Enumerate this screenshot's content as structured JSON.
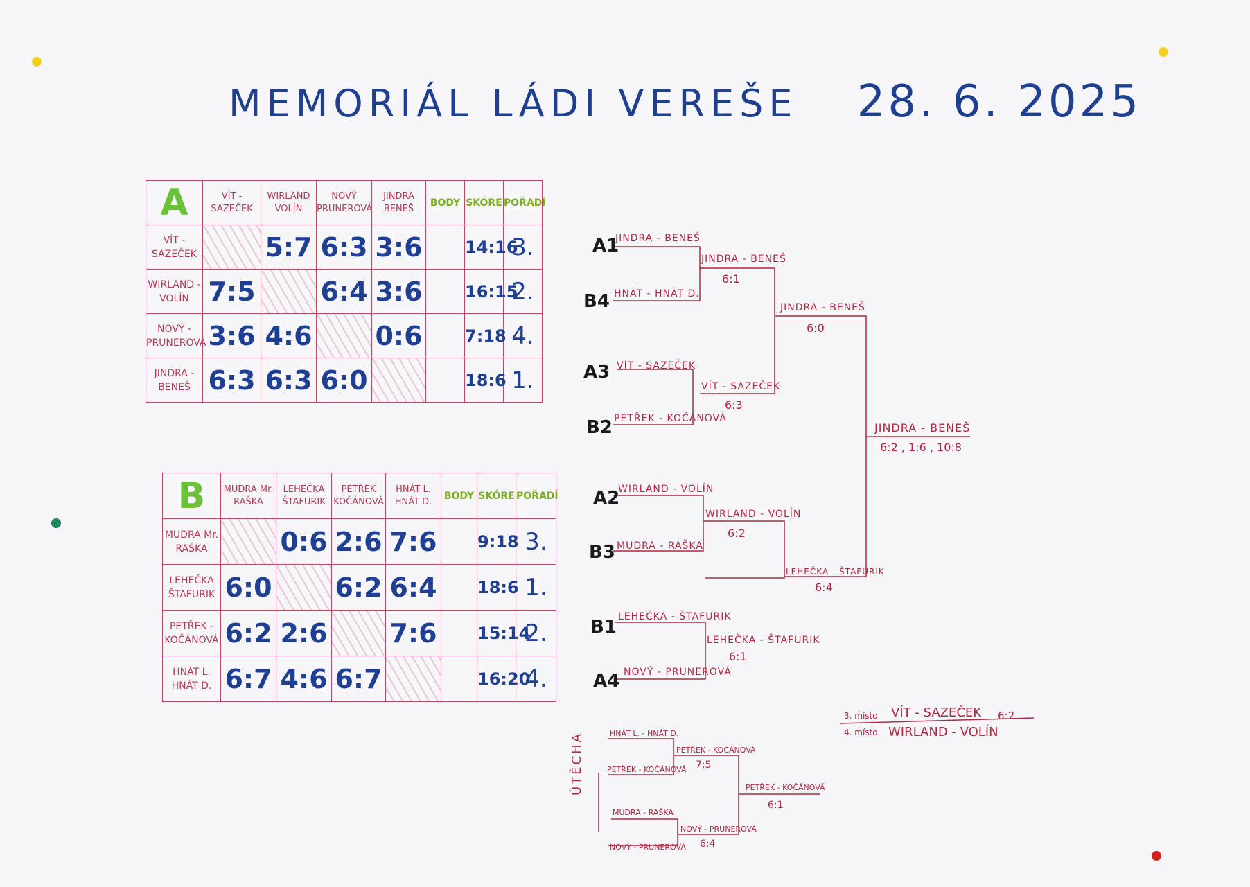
{
  "title": {
    "event": "MEMORIÁL LÁDI VEREŠE",
    "date": "28. 6. 2025"
  },
  "group_a": {
    "letter": "A",
    "col_headers": [
      "VÍT - SAZEČEK",
      "WIRLAND VOLÍN",
      "NOVÝ PRUNEROVÁ",
      "JINDRA BENEŠ"
    ],
    "extra_headers": [
      "BODY",
      "SKÓRE",
      "POŘADÍ"
    ],
    "rows": [
      {
        "team": "VÍT - SAZEČEK",
        "scores": [
          "",
          "5:7",
          "6:3",
          "3:6"
        ],
        "points": "",
        "score": "14:16",
        "rank": "3."
      },
      {
        "team": "WIRLAND - VOLÍN",
        "scores": [
          "7:5",
          "",
          "6:4",
          "3:6"
        ],
        "points": "",
        "score": "16:15",
        "rank": "2."
      },
      {
        "team": "NOVÝ - PRUNEROVÁ",
        "scores": [
          "3:6",
          "4:6",
          "",
          "0:6"
        ],
        "points": "",
        "score": "7:18",
        "rank": "4."
      },
      {
        "team": "JINDRA - BENEŠ",
        "scores": [
          "6:3",
          "6:3",
          "6:0",
          ""
        ],
        "points": "",
        "score": "18:6",
        "rank": "1."
      }
    ]
  },
  "group_b": {
    "letter": "B",
    "col_headers": [
      "MUDRA Mr. RAŠKA",
      "LEHEČKA ŠTAFURIK",
      "PETŘEK KOČÁNOVÁ",
      "HNÁT L. HNÁT D."
    ],
    "extra_headers": [
      "BODY",
      "SKÓRE",
      "POŘADÍ"
    ],
    "rows": [
      {
        "team": "MUDRA Mr. RAŠKA",
        "scores": [
          "",
          "0:6",
          "2:6",
          "7:6"
        ],
        "points": "",
        "score": "9:18",
        "rank": "3."
      },
      {
        "team": "LEHEČKA ŠTAFURIK",
        "scores": [
          "6:0",
          "",
          "6:2",
          "6:4"
        ],
        "points": "",
        "score": "18:6",
        "rank": "1."
      },
      {
        "team": "PETŘEK - KOČÁNOVÁ",
        "scores": [
          "6:2",
          "2:6",
          "",
          "7:6"
        ],
        "points": "",
        "score": "15:14",
        "rank": "2."
      },
      {
        "team": "HNÁT L. HNÁT D.",
        "scores": [
          "6:7",
          "4:6",
          "6:7",
          ""
        ],
        "points": "",
        "score": "16:20",
        "rank": "4."
      }
    ]
  },
  "bracket": {
    "r1": [
      {
        "seed": "A1",
        "team": "JINDRA - BENEŠ"
      },
      {
        "seed": "B4",
        "team": "HNÁT - HNÁT D."
      },
      {
        "seed": "A3",
        "team": "VÍT - SAZEČEK"
      },
      {
        "seed": "B2",
        "team": "PETŘEK - KOČÁNOVÁ"
      },
      {
        "seed": "A2",
        "team": "WIRLAND - VOLÍN"
      },
      {
        "seed": "B3",
        "team": "MUDRA - RAŠKA"
      },
      {
        "seed": "B1",
        "team": "LEHEČKA - ŠTAFURIK"
      },
      {
        "seed": "A4",
        "team": "NOVÝ - PRUNEROVÁ"
      }
    ],
    "qf": [
      {
        "team": "JINDRA - BENEŠ",
        "score": "6:1"
      },
      {
        "team": "VÍT - SAZEČEK",
        "score": "6:3"
      },
      {
        "team": "WIRLAND - VOLÍN",
        "score": "6:2"
      },
      {
        "team": "LEHEČKA - ŠTAFURIK",
        "score": "6:1"
      }
    ],
    "sf": [
      {
        "team": "JINDRA - BENEŠ",
        "score": "6:0"
      },
      {
        "team": "LEHEČKA - ŠTAFURIK",
        "score": "6:4"
      }
    ],
    "final": {
      "team": "JINDRA - BENEŠ",
      "score": "6:2 , 1:6 , 10:8"
    }
  },
  "places": {
    "third_label": "3. místo",
    "third_team": "VÍT - SAZEČEK",
    "third_score": "6:2",
    "fourth_label": "4. místo",
    "fourth_team": "WIRLAND - VOLÍN"
  },
  "consolation": {
    "label": "ÚTĚCHA",
    "r1": [
      "HNÁT L. - HNÁT D.",
      "PETŘEK - KOČÁNOVÁ",
      "MUDRA - RAŠKA",
      "NOVÝ - PRUNEROVÁ"
    ],
    "r2": [
      {
        "team": "PETŘEK - KOČÁNOVÁ",
        "score": "7:5"
      },
      {
        "team": "NOVÝ - PRUNEROVÁ",
        "score": "6:4"
      }
    ],
    "final": {
      "team": "PETŘEK - KOČÁNOVÁ",
      "score": "6:1"
    }
  },
  "colors": {
    "pen_blue": "#1e3f92",
    "pen_red": "#b0283e",
    "pen_green": "#6cc13a",
    "paper": "#f7f7fb",
    "board": "#c9955a"
  }
}
